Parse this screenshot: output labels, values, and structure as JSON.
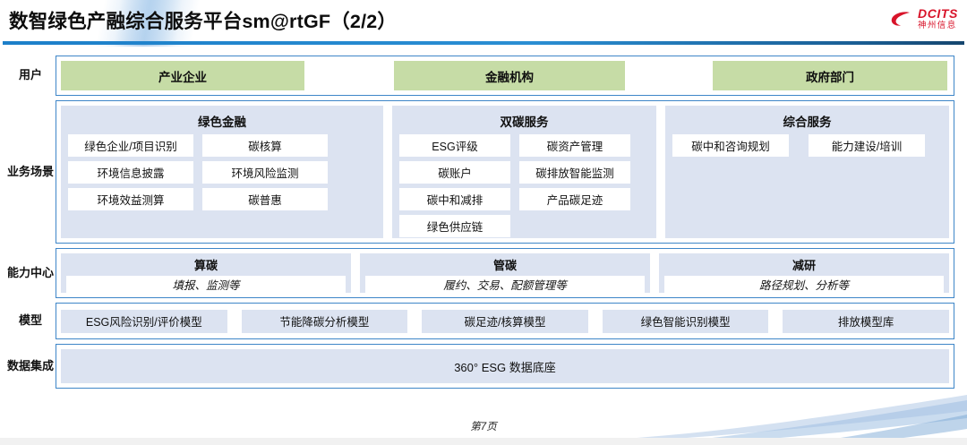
{
  "header": {
    "title": "数智绿色产融综合服务平台sm@rtGF（2/2）",
    "logo_en": "DCITS",
    "logo_cn": "神州信息"
  },
  "colors": {
    "accent_blue": "#3e86c8",
    "rule_blue": "#1c7fc9",
    "user_green": "#c6dca6",
    "panel_blue": "#dce3f1",
    "logo_red": "#d8142a"
  },
  "bands": {
    "user": {
      "label": "用户",
      "items": [
        "产业企业",
        "金融机构",
        "政府部门"
      ]
    },
    "scenario": {
      "label": "业务场景",
      "panels": [
        {
          "title": "绿色金融",
          "items": [
            "绿色企业/项目识别",
            "碳核算",
            "环境信息披露",
            "环境风险监测",
            "环境效益测算",
            "碳普惠"
          ]
        },
        {
          "title": "双碳服务",
          "items": [
            "ESG评级",
            "碳资产管理",
            "碳账户",
            "碳排放智能监测",
            "碳中和减排",
            "产品碳足迹",
            "绿色供应链"
          ]
        },
        {
          "title": "综合服务",
          "items": [
            "碳中和咨询规划",
            "能力建设/培训"
          ]
        }
      ]
    },
    "capability": {
      "label": "能力中心",
      "panels": [
        {
          "title": "算碳",
          "sub": "填报、监测等"
        },
        {
          "title": "管碳",
          "sub": "履约、交易、配额管理等"
        },
        {
          "title": "减研",
          "sub": "路径规划、分析等"
        }
      ]
    },
    "model": {
      "label": "模型",
      "items": [
        "ESG风险识别/评价模型",
        "节能降碳分析模型",
        "碳足迹/核算模型",
        "绿色智能识别模型",
        "排放模型库"
      ]
    },
    "data": {
      "label": "数据集成",
      "bar": "360° ESG 数据底座"
    }
  },
  "footer": {
    "page": "第7页"
  }
}
